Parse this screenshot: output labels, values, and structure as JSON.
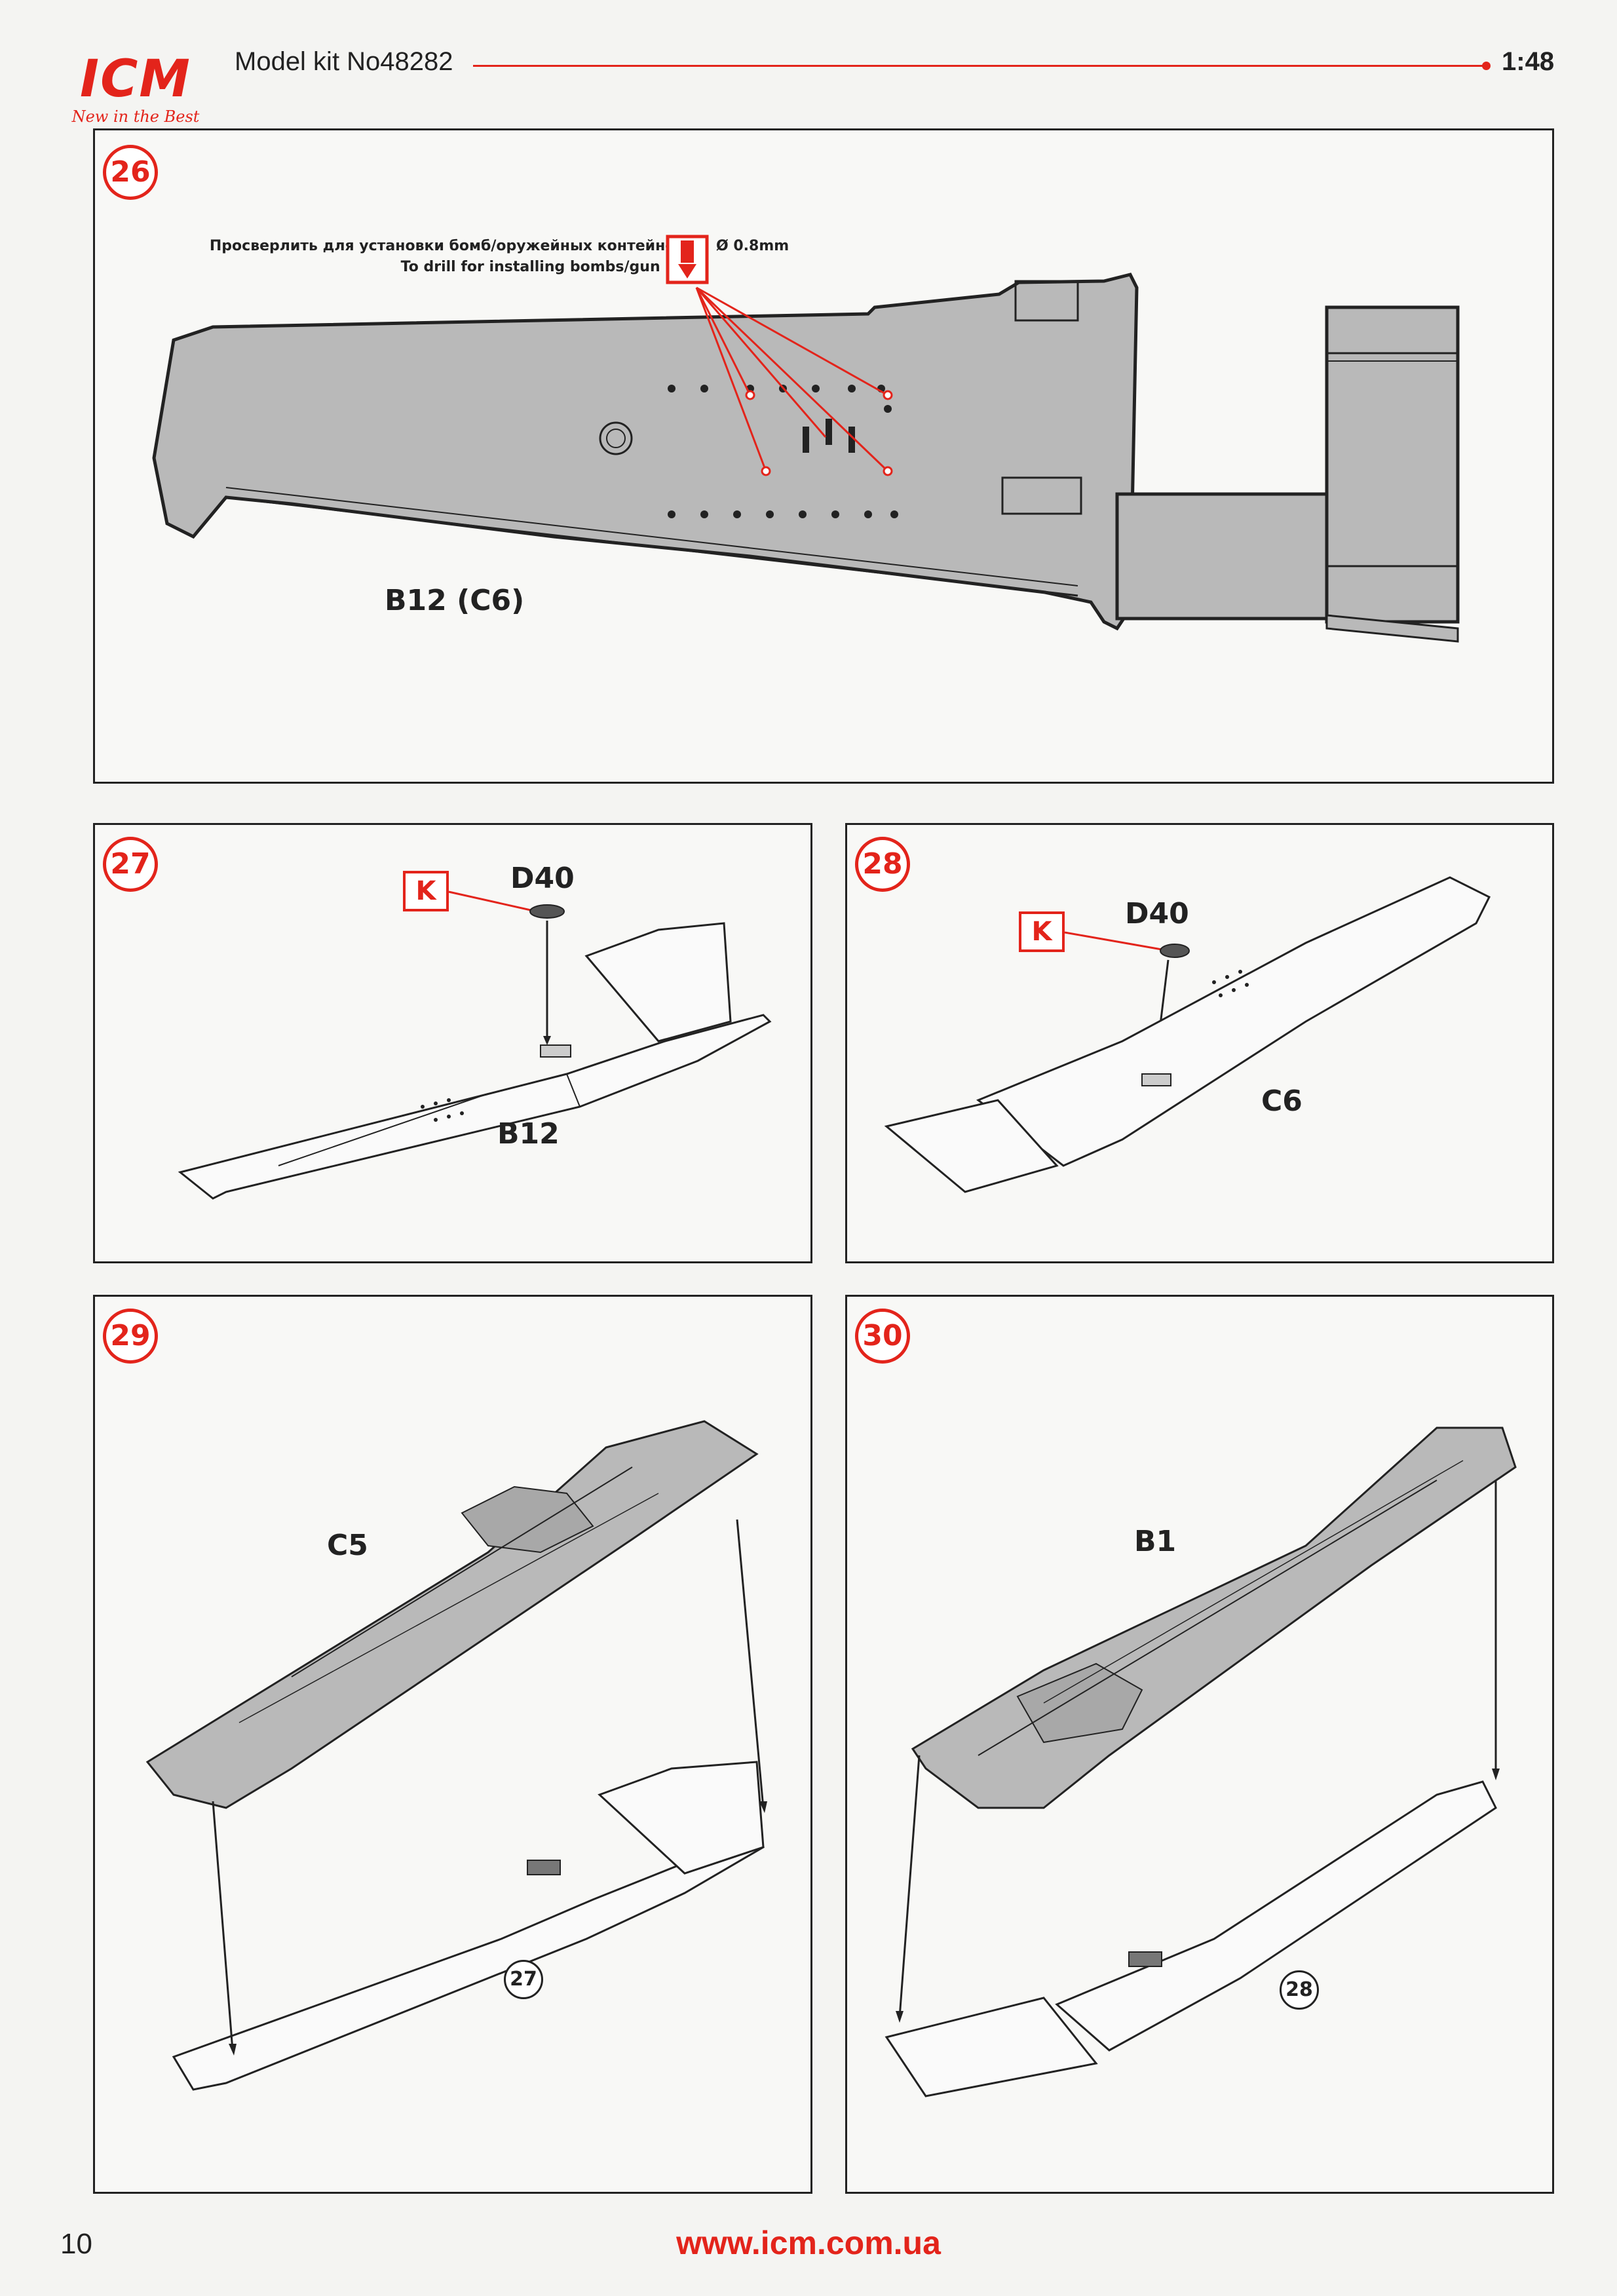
{
  "header": {
    "logo_text": "ICM",
    "logo_slogan": "New in the Best",
    "kit_title": "Model kit No48282",
    "scale": "1:48"
  },
  "colors": {
    "accent": "#e3241b",
    "ink": "#222222",
    "paper": "#f4f4f2",
    "part_fill": "#b9b9b9"
  },
  "steps": [
    {
      "number": "26",
      "note_ru": "Просверлить для установки бомб/оружейных контейнеров",
      "note_en": "To drill for installing bombs/gun pods",
      "drill_size": "Ø 0.8mm",
      "drill_icon": "drill-icon",
      "part": "B12 (C6)"
    },
    {
      "number": "27",
      "tag": "K",
      "attach_part": "D40",
      "part": "B12"
    },
    {
      "number": "28",
      "tag": "K",
      "attach_part": "D40",
      "part": "C6"
    },
    {
      "number": "29",
      "part": "C5",
      "ref_step": "27"
    },
    {
      "number": "30",
      "part": "B1",
      "ref_step": "28"
    }
  ],
  "footer": {
    "page_number": "10",
    "url": "www.icm.com.ua"
  }
}
